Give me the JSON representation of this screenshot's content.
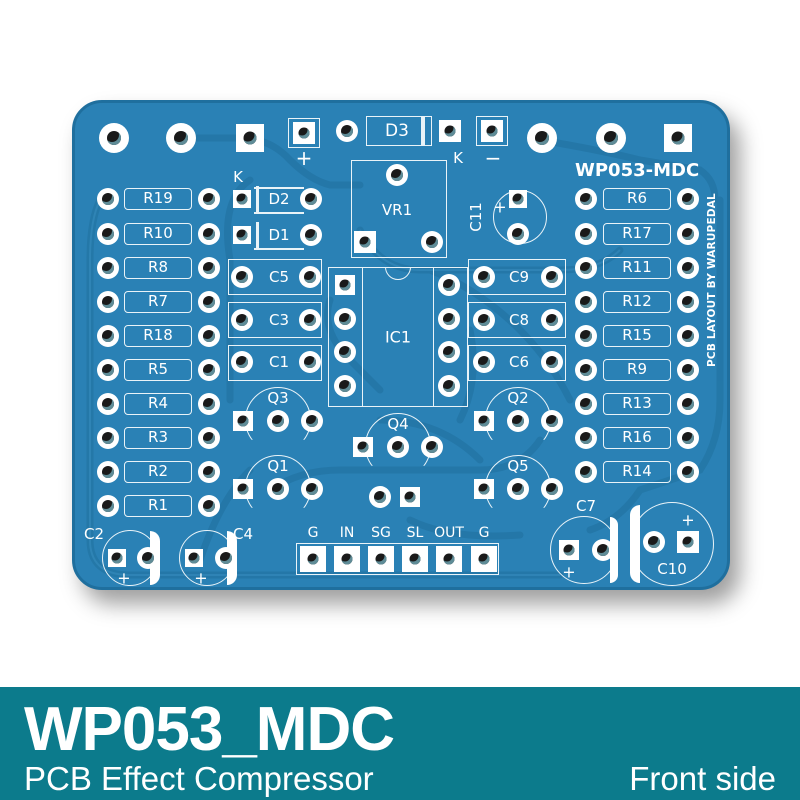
{
  "board": {
    "name_label": "WP053-MDC",
    "credit": "PCB LAYOUT BY WARUPEDAL",
    "colors": {
      "board": "#2a81b5",
      "silkscreen": "#ffffff",
      "footer": "#0c7b8c"
    },
    "power": {
      "plus": "+",
      "minus": "−",
      "k_label": "K"
    },
    "diodes": [
      {
        "ref": "D3"
      },
      {
        "ref": "D2"
      },
      {
        "ref": "D1"
      }
    ],
    "diode_k_label": "K",
    "pot": {
      "ref": "VR1"
    },
    "ic": {
      "ref": "IC1"
    },
    "resistors_left": [
      "R19",
      "R10",
      "R8",
      "R7",
      "R18",
      "R5",
      "R4",
      "R3",
      "R2",
      "R1"
    ],
    "resistors_right": [
      "R6",
      "R17",
      "R11",
      "R12",
      "R15",
      "R9",
      "R13",
      "R16",
      "R14"
    ],
    "caps_film_left": [
      "C5",
      "C3",
      "C1"
    ],
    "caps_film_right": [
      "C9",
      "C8",
      "C6"
    ],
    "caps_electrolytic": [
      {
        "ref": "C11",
        "plus": "+"
      },
      {
        "ref": "C2",
        "plus": "+"
      },
      {
        "ref": "C4",
        "plus": "+"
      },
      {
        "ref": "C7",
        "plus": "+"
      },
      {
        "ref": "C10",
        "plus": "+"
      }
    ],
    "transistors": [
      "Q3",
      "Q1",
      "Q4",
      "Q2",
      "Q5"
    ],
    "io_header": [
      "G",
      "IN",
      "SG",
      "SL",
      "OUT",
      "G"
    ]
  },
  "footer": {
    "title": "WP053_MDC",
    "subtitle": "PCB Effect Compressor",
    "side": "Front side"
  }
}
